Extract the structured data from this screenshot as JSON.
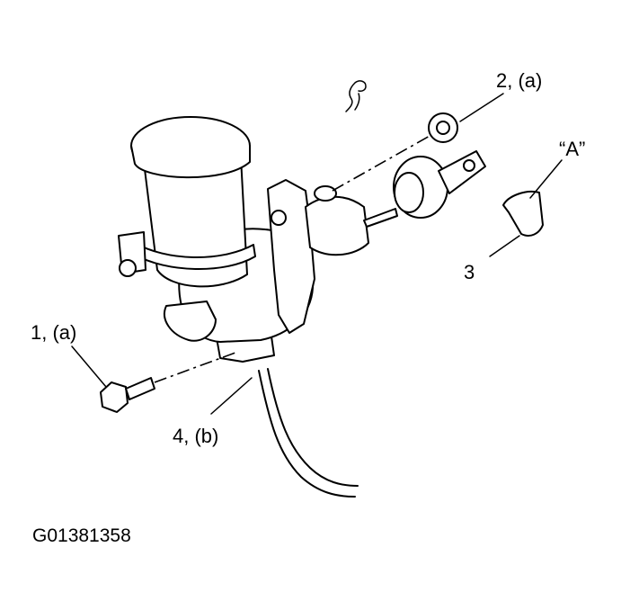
{
  "labels": {
    "bolt": "1, (a)",
    "nut": "2, (a)",
    "clip": "3",
    "flare_nut": "4, (b)",
    "view": "“A”"
  },
  "figure_code": "G01381358"
}
